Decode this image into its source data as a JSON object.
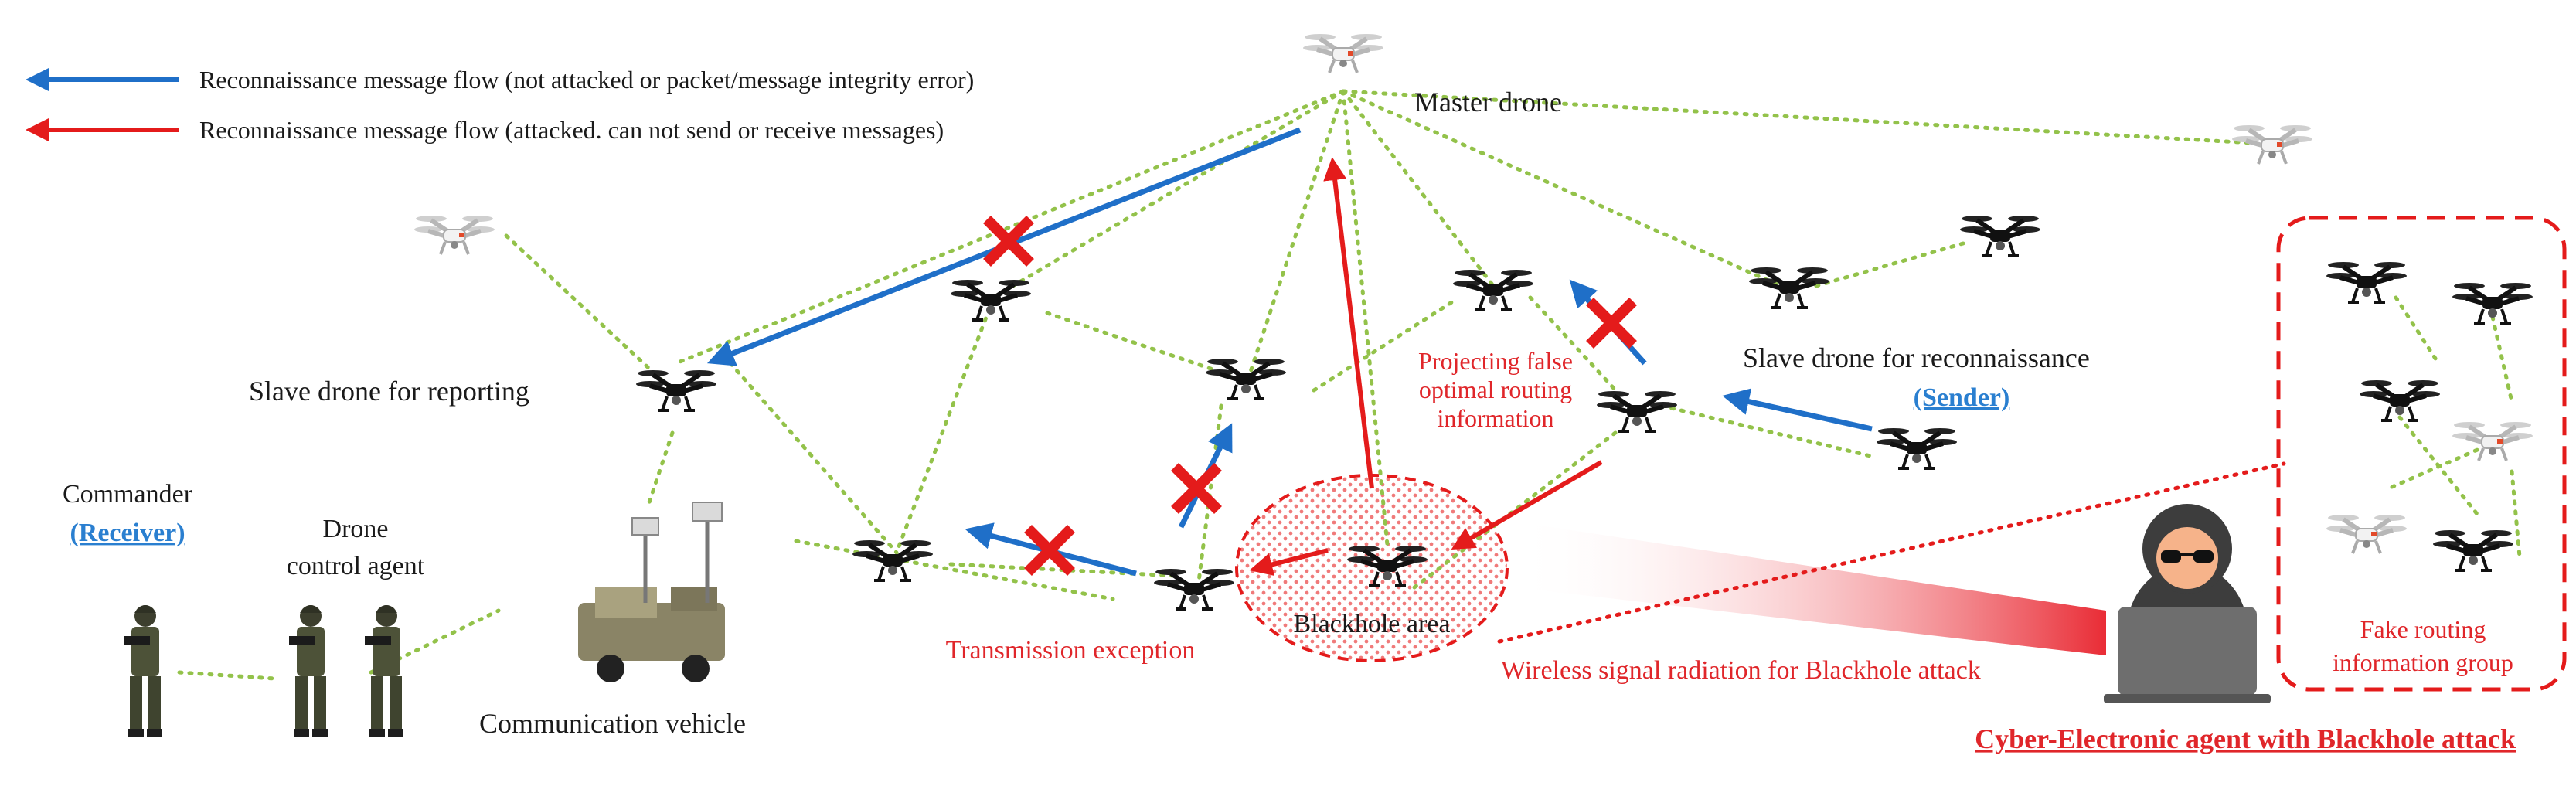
{
  "legend": {
    "blue_label": "Reconnaissance message flow (not attacked or packet/message integrity error)",
    "red_label": "Reconnaissance message flow (attacked. can not send or receive messages)"
  },
  "labels": {
    "master_drone": "Master drone",
    "slave_reporting": "Slave drone for reporting",
    "slave_recon": "Slave drone for reconnaissance",
    "sender": "(Sender)",
    "commander": "Commander",
    "receiver": "(Receiver)",
    "drone_agent_line1": "Drone",
    "drone_agent_line2": "control agent",
    "comm_vehicle": "Communication vehicle",
    "projecting_line1": "Projecting false",
    "projecting_line2": "optimal routing",
    "projecting_line3": "information",
    "blackhole_area": "Blackhole area",
    "transmission_exception": "Transmission exception",
    "wireless_radiation": "Wireless signal radiation for Blackhole attack",
    "fake_group_line1": "Fake routing",
    "fake_group_line2": "information group",
    "cyber_agent": "Cyber-Electronic agent with Blackhole attack"
  },
  "colors": {
    "blue": "#1f6fc8",
    "red": "#e41b1b",
    "link_green": "#93c24a",
    "label_blue": "#2a7fd0",
    "label_red": "#e0262a",
    "text": "#1a1a1a"
  }
}
